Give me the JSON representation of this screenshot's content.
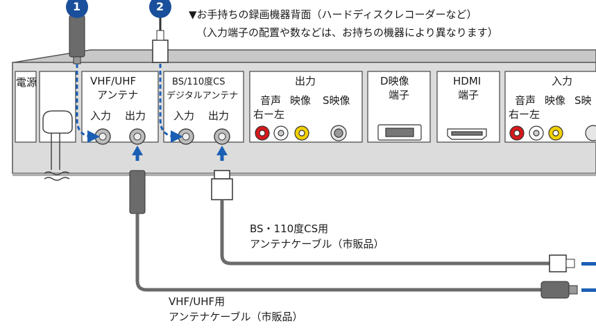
{
  "header": {
    "line1": "▼お手持ちの録画機器背面（ハードディスクレコーダーなど）",
    "line2": "（入力端子の配置や数などは、お持ちの機器により異なります）"
  },
  "steps": [
    "1",
    "2"
  ],
  "panels": {
    "power": "電源",
    "vhf": {
      "title": "VHF/UHF",
      "subtitle": "アンテナ",
      "in": "入力",
      "out": "出力"
    },
    "bs": {
      "title": "BS/110度CS",
      "subtitle": "デジタルアンテナ",
      "in": "入力",
      "out": "出力"
    },
    "output": {
      "title": "出力",
      "audio": "音声",
      "video": "映像",
      "svideo": "S映像",
      "lr": "右ー左"
    },
    "d_video": {
      "title": "D映像",
      "subtitle": "端子"
    },
    "hdmi": {
      "title": "HDMI",
      "subtitle": "端子"
    },
    "input": {
      "title": "入力",
      "audio": "音声",
      "video": "映像",
      "svideo": "S映",
      "lr": "右ー左"
    }
  },
  "cables": {
    "bs": {
      "line1": "BS・110度CS用",
      "line2": "アンテナケーブル（市販品）"
    },
    "vhf": {
      "line1": "VHF/UHF用",
      "line2": "アンテナケーブル（市販品）"
    }
  },
  "colors": {
    "arrow": "#1a5fb4",
    "jack_red": "#d7191c",
    "jack_yellow": "#f0d000",
    "jack_white": "#ffffff",
    "cable": "#6b6b6b",
    "device": "#dcdcdc"
  }
}
